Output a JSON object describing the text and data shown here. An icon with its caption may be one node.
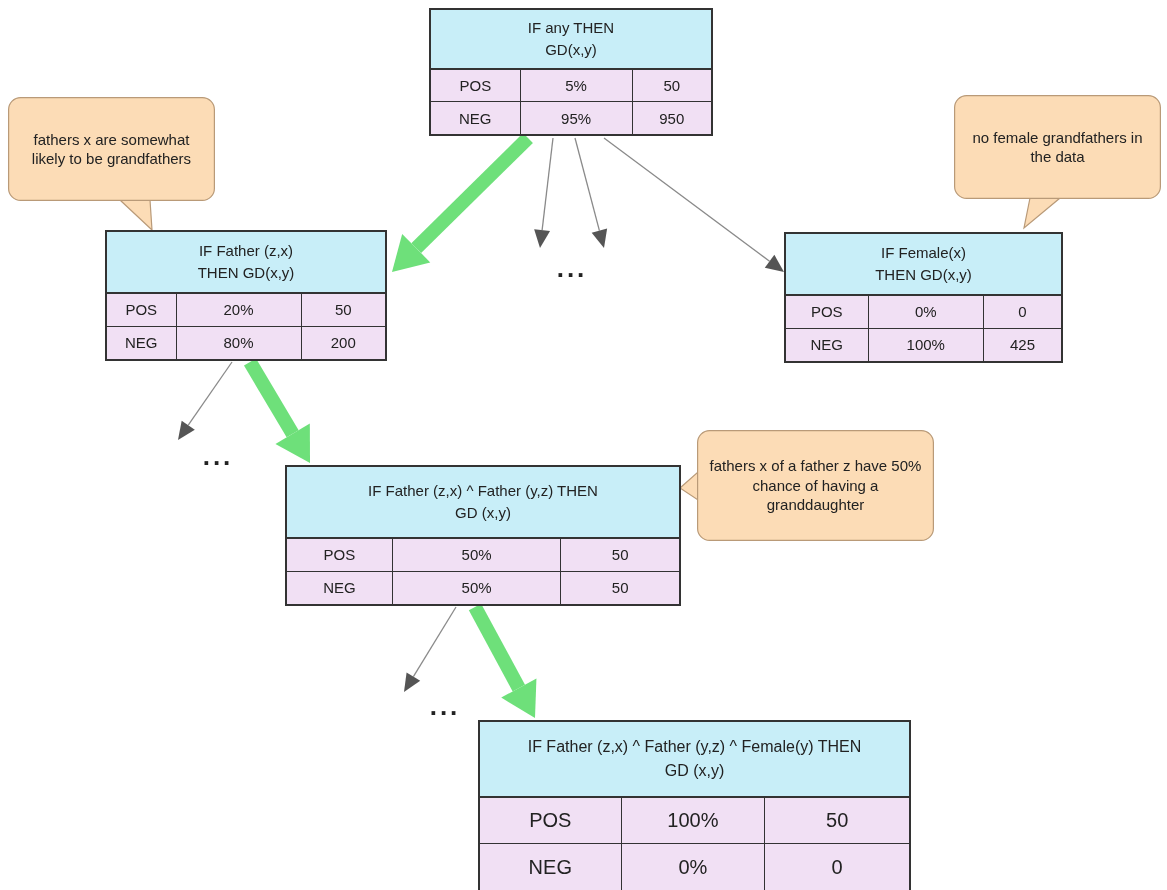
{
  "diagram": {
    "nodes": [
      {
        "text": [
          "IF any THEN GD(x,y)",
          "POS",
          "5%",
          "50",
          "NEG",
          "95%",
          "950"
        ]
      },
      {
        "text": [
          "fathers x are somewhat likely to be grandfathers"
        ]
      },
      {
        "text": [
          "IF Father (z,x) THEN GD(x,y)",
          "POS",
          "20%",
          "50",
          "NEG",
          "80%",
          "200"
        ]
      },
      {
        "text": [
          "..."
        ]
      },
      {
        "text": [
          "no female grandfathers in the data"
        ]
      },
      {
        "text": [
          "IF Female(x) THEN GD(x,y)",
          "POS",
          "0%",
          "0",
          "NEG",
          "100%",
          "425"
        ]
      },
      {
        "text": [
          "..."
        ]
      },
      {
        "text": [
          "fathers x of a father z have 50% chance of having a granddaughter"
        ]
      },
      {
        "text": [
          "IF Father (z,x) ^ Father (y,z) THEN GD (x,y)",
          "POS",
          "50%",
          "50",
          "NEG",
          "50%",
          "50"
        ]
      },
      {
        "text": [
          "..."
        ]
      },
      {
        "text": [
          "IF Father (z,x) ^ Father (y,z) ^ Female(y) THEN GD (x,y)",
          "POS",
          "100%",
          "50",
          "NEG",
          "0%",
          "0"
        ]
      }
    ],
    "edges": [
      {
        "from": 0,
        "to": 2,
        "arrow": "to",
        "style": "thick",
        "color": "#6ee07a"
      },
      {
        "from": 0,
        "to": 3,
        "arrow": "to"
      },
      {
        "from": 0,
        "to": 3,
        "arrow": "to"
      },
      {
        "from": 0,
        "to": 5,
        "arrow": "to"
      },
      {
        "from": 2,
        "to": 6,
        "arrow": "to"
      },
      {
        "from": 2,
        "to": 8,
        "arrow": "to",
        "style": "thick",
        "color": "#6ee07a"
      },
      {
        "from": 8,
        "to": 9,
        "arrow": "to"
      },
      {
        "from": 8,
        "to": 10,
        "arrow": "to",
        "style": "thick",
        "color": "#6ee07a"
      }
    ]
  }
}
